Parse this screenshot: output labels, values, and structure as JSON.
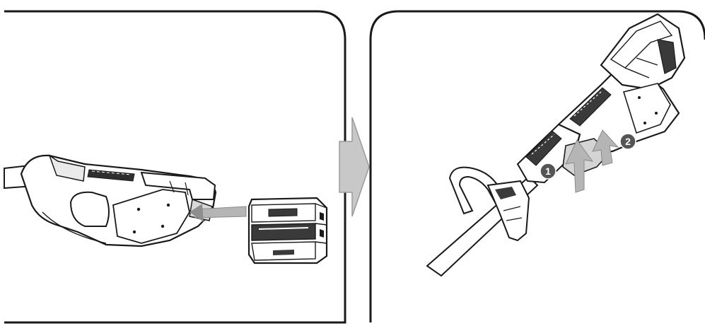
{
  "panels": [
    {
      "id": "step-a",
      "description_name": "attach-battery"
    },
    {
      "id": "step-b",
      "description_name": "tilt-and-lock"
    }
  ],
  "markers": [
    {
      "label": "1"
    },
    {
      "label": "2"
    }
  ],
  "colors": {
    "line": "#1a1a1a",
    "fill_light": "#ffffff",
    "fill_grey": "#c8c8c8",
    "fill_dark": "#3a3a3a",
    "arrow": "#b5b5b5",
    "marker_bg": "#555555"
  }
}
